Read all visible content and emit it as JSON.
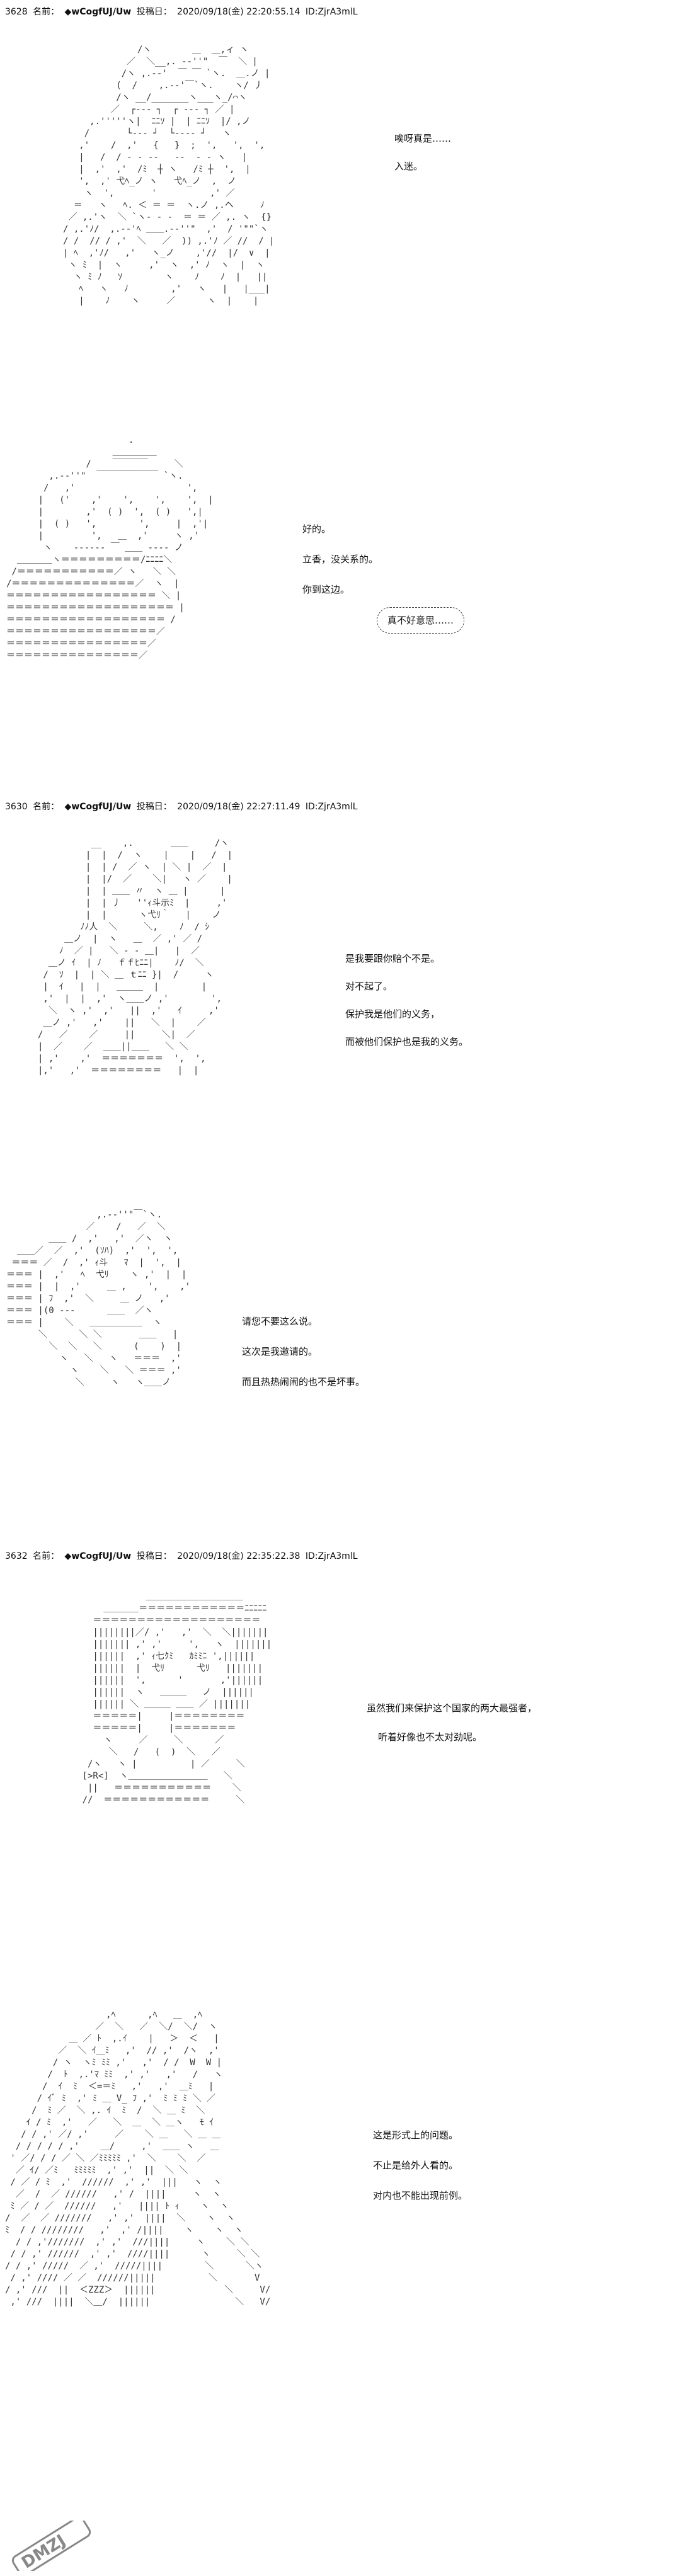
{
  "posts": [
    {
      "number": "3628",
      "label": "名前：",
      "name": "◆wCogfUJ/Uw",
      "post_label": "投稿日：",
      "date": "2020/09/18(金) 22:20:55.14",
      "id": "ID:ZjrA3mlL",
      "panels": [
        {
          "lines": [
            "唉呀真是……",
            "入迷。"
          ]
        },
        {
          "lines": [
            "好的。",
            "立香，没关系的。",
            "你到这边。"
          ],
          "bubble": "真不好意思……"
        }
      ]
    },
    {
      "number": "3630",
      "label": "名前：",
      "name": "◆wCogfUJ/Uw",
      "post_label": "投稿日：",
      "date": "2020/09/18(金) 22:27:11.49",
      "id": "ID:ZjrA3mlL",
      "panels": [
        {
          "lines": [
            "是我要跟你赔个不是。",
            "对不起了。",
            "保护我是他们的义务，",
            "而被他们保护也是我的义务。"
          ]
        },
        {
          "lines": [
            "请您不要这么说。",
            "这次是我邀请的。",
            "而且热热闹闹的也不是坏事。"
          ]
        }
      ]
    },
    {
      "number": "3632",
      "label": "名前：",
      "name": "◆wCogfUJ/Uw",
      "post_label": "投稿日：",
      "date": "2020/09/18(金) 22:35:22.38",
      "id": "ID:ZjrA3mlL",
      "panels": [
        {
          "lines": [
            "虽然我们来保护这个国家的两大最强者，",
            "听着好像也不太对劲呢。"
          ]
        },
        {
          "lines": [
            "这是形式上的问题。",
            "不止是给外人看的。",
            "对内也不能出现前例。"
          ]
        }
      ]
    }
  ],
  "watermark_text": "DMZJ"
}
